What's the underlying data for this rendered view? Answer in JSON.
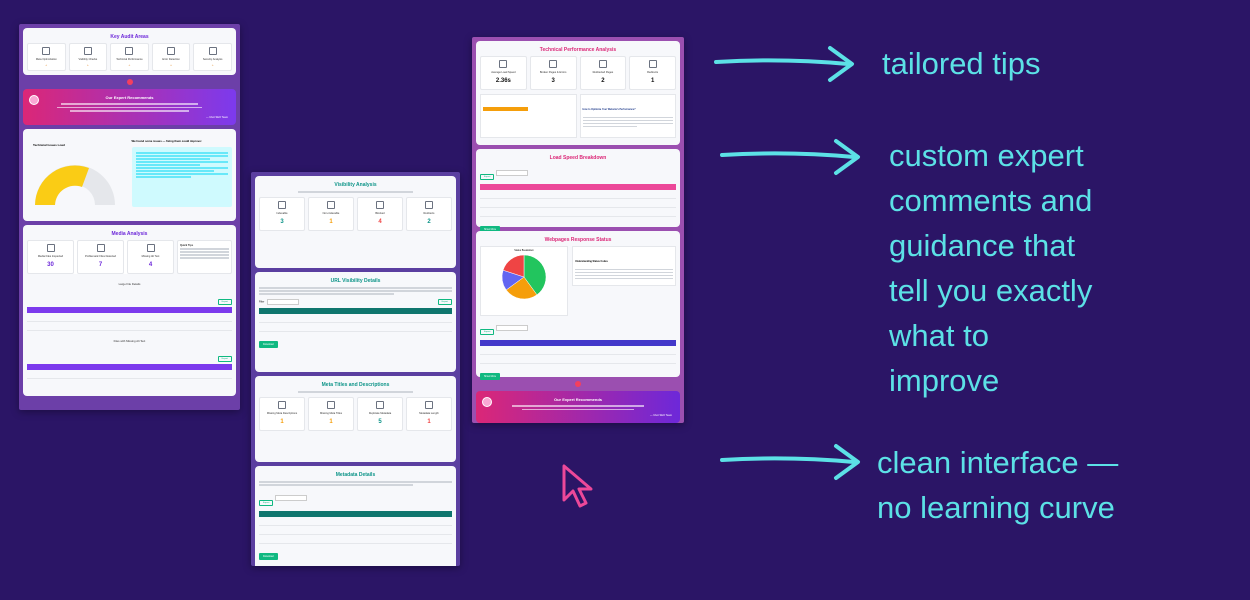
{
  "annotations": [
    {
      "text": "tailored tips"
    },
    {
      "text": "custom expert\ncomments and\nguidance that\ntell you exactly\nwhat to\nimprove"
    },
    {
      "text": "clean interface —\nno learning curve"
    }
  ],
  "panel1": {
    "key_audit_title": "Key Audit Areas",
    "audit_areas": [
      "Meta Optimization",
      "Visibility Checks",
      "Technical Performance",
      "Error Detection",
      "Security Analysis"
    ],
    "expert": {
      "title": "Our Expert Recommends",
      "sign": "— Ubot SEO Team"
    },
    "gauge_title": "Technical Issues Load",
    "issues_title": "We found some issues — fixing them could improve:",
    "media_title": "Media Analysis",
    "media_cards": [
      {
        "label": "Media Files Inspected",
        "value": "30"
      },
      {
        "label": "Problematic Files Detected",
        "value": "7"
      },
      {
        "label": "Missing Alt Text",
        "value": "4"
      }
    ],
    "quick_tips": "Quick Tips",
    "large_file_title": "Large File Details",
    "missing_alt_title": "Files with Missing Alt Text"
  },
  "panel2": {
    "visibility_title": "Visibility Analysis",
    "visibility_cards": [
      {
        "label": "Indexable",
        "value": "3"
      },
      {
        "label": "Non-indexable",
        "value": "1"
      },
      {
        "label": "Blocked",
        "value": "4"
      },
      {
        "label": "Redirects",
        "value": "2"
      }
    ],
    "url_title": "URL Visibility Details",
    "meta_title": "Meta Titles and Descriptions",
    "meta_cards": [
      {
        "label": "Missing Meta Descriptions",
        "value": "1"
      },
      {
        "label": "Missing Meta Titles",
        "value": "1"
      },
      {
        "label": "Duplicate Metadata",
        "value": "5"
      },
      {
        "label": "Metadata Length",
        "value": "1"
      }
    ],
    "metadata_details_title": "Metadata Details",
    "download": "Download"
  },
  "panel3": {
    "tech_title": "Technical Performance Analysis",
    "tech_cards": [
      {
        "label": "Average Load Speed",
        "value": "2.36s"
      },
      {
        "label": "Broken Pages & Errors",
        "value": "3"
      },
      {
        "label": "Redirected Pages",
        "value": "2"
      },
      {
        "label": "Redirects",
        "value": "1"
      }
    ],
    "optimize_title": "How to Optimize Your Website's Performance?",
    "load_speed_title": "Load Speed Breakdown",
    "response_title": "Webpages Response Status",
    "status_codes_title": "Understanding Status Codes",
    "expert_title": "Our Expert Recommends",
    "show_more": "Show More"
  },
  "chart_data": {
    "type": "pie",
    "title": "Status Breakdown",
    "categories": [
      "200",
      "301",
      "404",
      "500"
    ],
    "values": [
      40,
      25,
      15,
      20
    ],
    "colors": [
      "#22c55e",
      "#f59e0b",
      "#6366f1",
      "#ef4444"
    ]
  }
}
